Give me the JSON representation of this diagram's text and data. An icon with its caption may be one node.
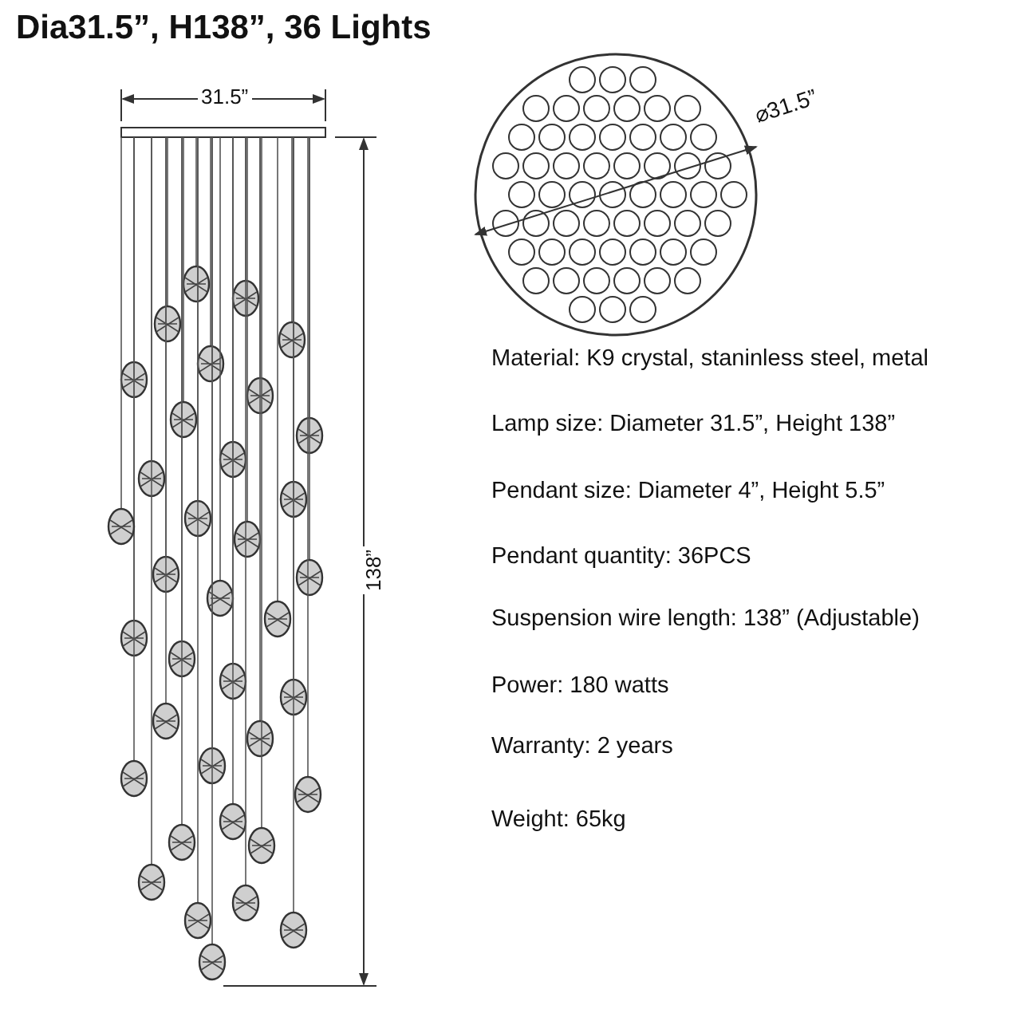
{
  "diagram": {
    "title": "Dia31.5”, H138”, 36 Lights",
    "labels": [
      "31.5”",
      "⌀31.5”",
      "138”",
      "Material: K9 crystal, staninless steel, metal",
      "Lamp size: Diameter 31.5”, Height 138”",
      "Pendant size: Diameter 4”, Height 5.5”",
      "Pendant quantity: 36PCS",
      "Suspension wire length: 138” (Adjustable)",
      "Power: 180 watts",
      "Warranty: 2 years",
      "Weight: 65kg"
    ]
  }
}
